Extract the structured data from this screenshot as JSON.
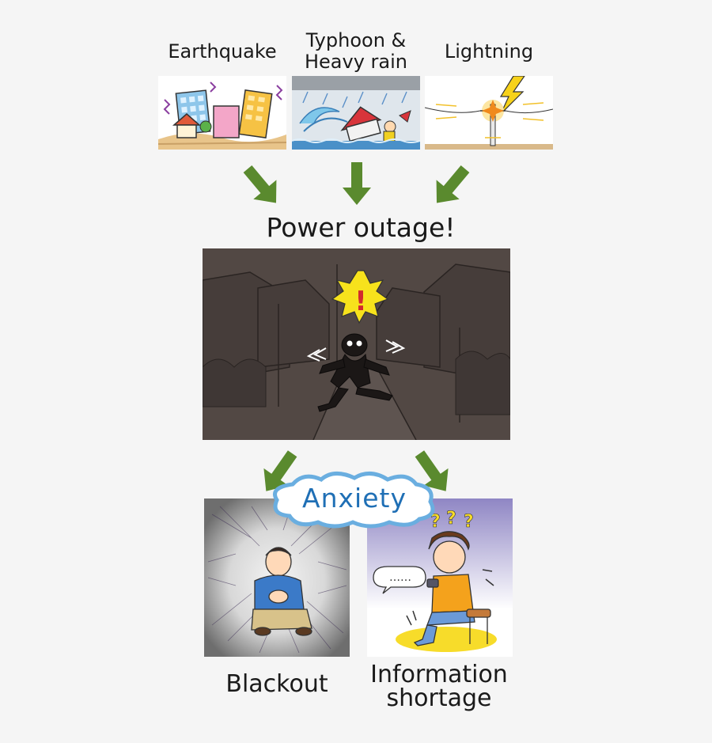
{
  "causes": [
    {
      "label": "Earthquake"
    },
    {
      "label": "Typhoon &\nHeavy rain"
    },
    {
      "label": "Lightning"
    }
  ],
  "result": {
    "label": "Power outage!"
  },
  "emotion": {
    "label": "Anxiety",
    "color": "#1f6fb5"
  },
  "effects": [
    {
      "label": "Blackout"
    },
    {
      "label": "Information\nshortage"
    }
  ],
  "colors": {
    "arrow": "#5a8a2e",
    "background": "#f5f5f5",
    "cloud_outline": "#6aaee0"
  }
}
